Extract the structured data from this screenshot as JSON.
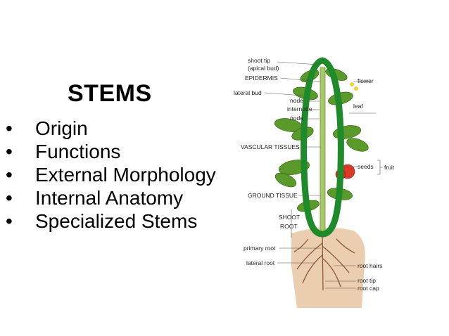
{
  "slide": {
    "title": "STEMS",
    "bullets": [
      {
        "bullet": "•",
        "text": "Origin"
      },
      {
        "bullet": "•",
        "text": "Functions"
      },
      {
        "bullet": "•",
        "text": "External Morphology"
      },
      {
        "bullet": "•",
        "text": "Internal Anatomy"
      },
      {
        "bullet": "•",
        "text": "Specialized Stems"
      }
    ]
  },
  "diagram": {
    "labels": {
      "shoot_tip": "shoot tip",
      "apical_bud": "(apical bud)",
      "epidermis": "EPIDERMIS",
      "lateral_bud": "lateral bud",
      "node1": "node",
      "internode": "internode",
      "node2": "node",
      "vascular_tissues": "VASCULAR TISSUES",
      "ground_tissue": "GROUND TISSUE",
      "shoot": "SHOOT",
      "root": "ROOT",
      "primary_root": "primary root",
      "lateral_root": "lateral root",
      "flower": "flower",
      "leaf": "leaf",
      "seeds": "seeds",
      "fruit": "fruit",
      "root_hairs": "root hairs",
      "root_tip": "root tip",
      "root_cap": "root cap"
    },
    "colors": {
      "highlight_oval": "#1f8a2a",
      "leaf": "#5a9a2a",
      "stem": "#a8c86a",
      "fruit": "#d83a2a",
      "soil": "#e9c9a6"
    }
  }
}
